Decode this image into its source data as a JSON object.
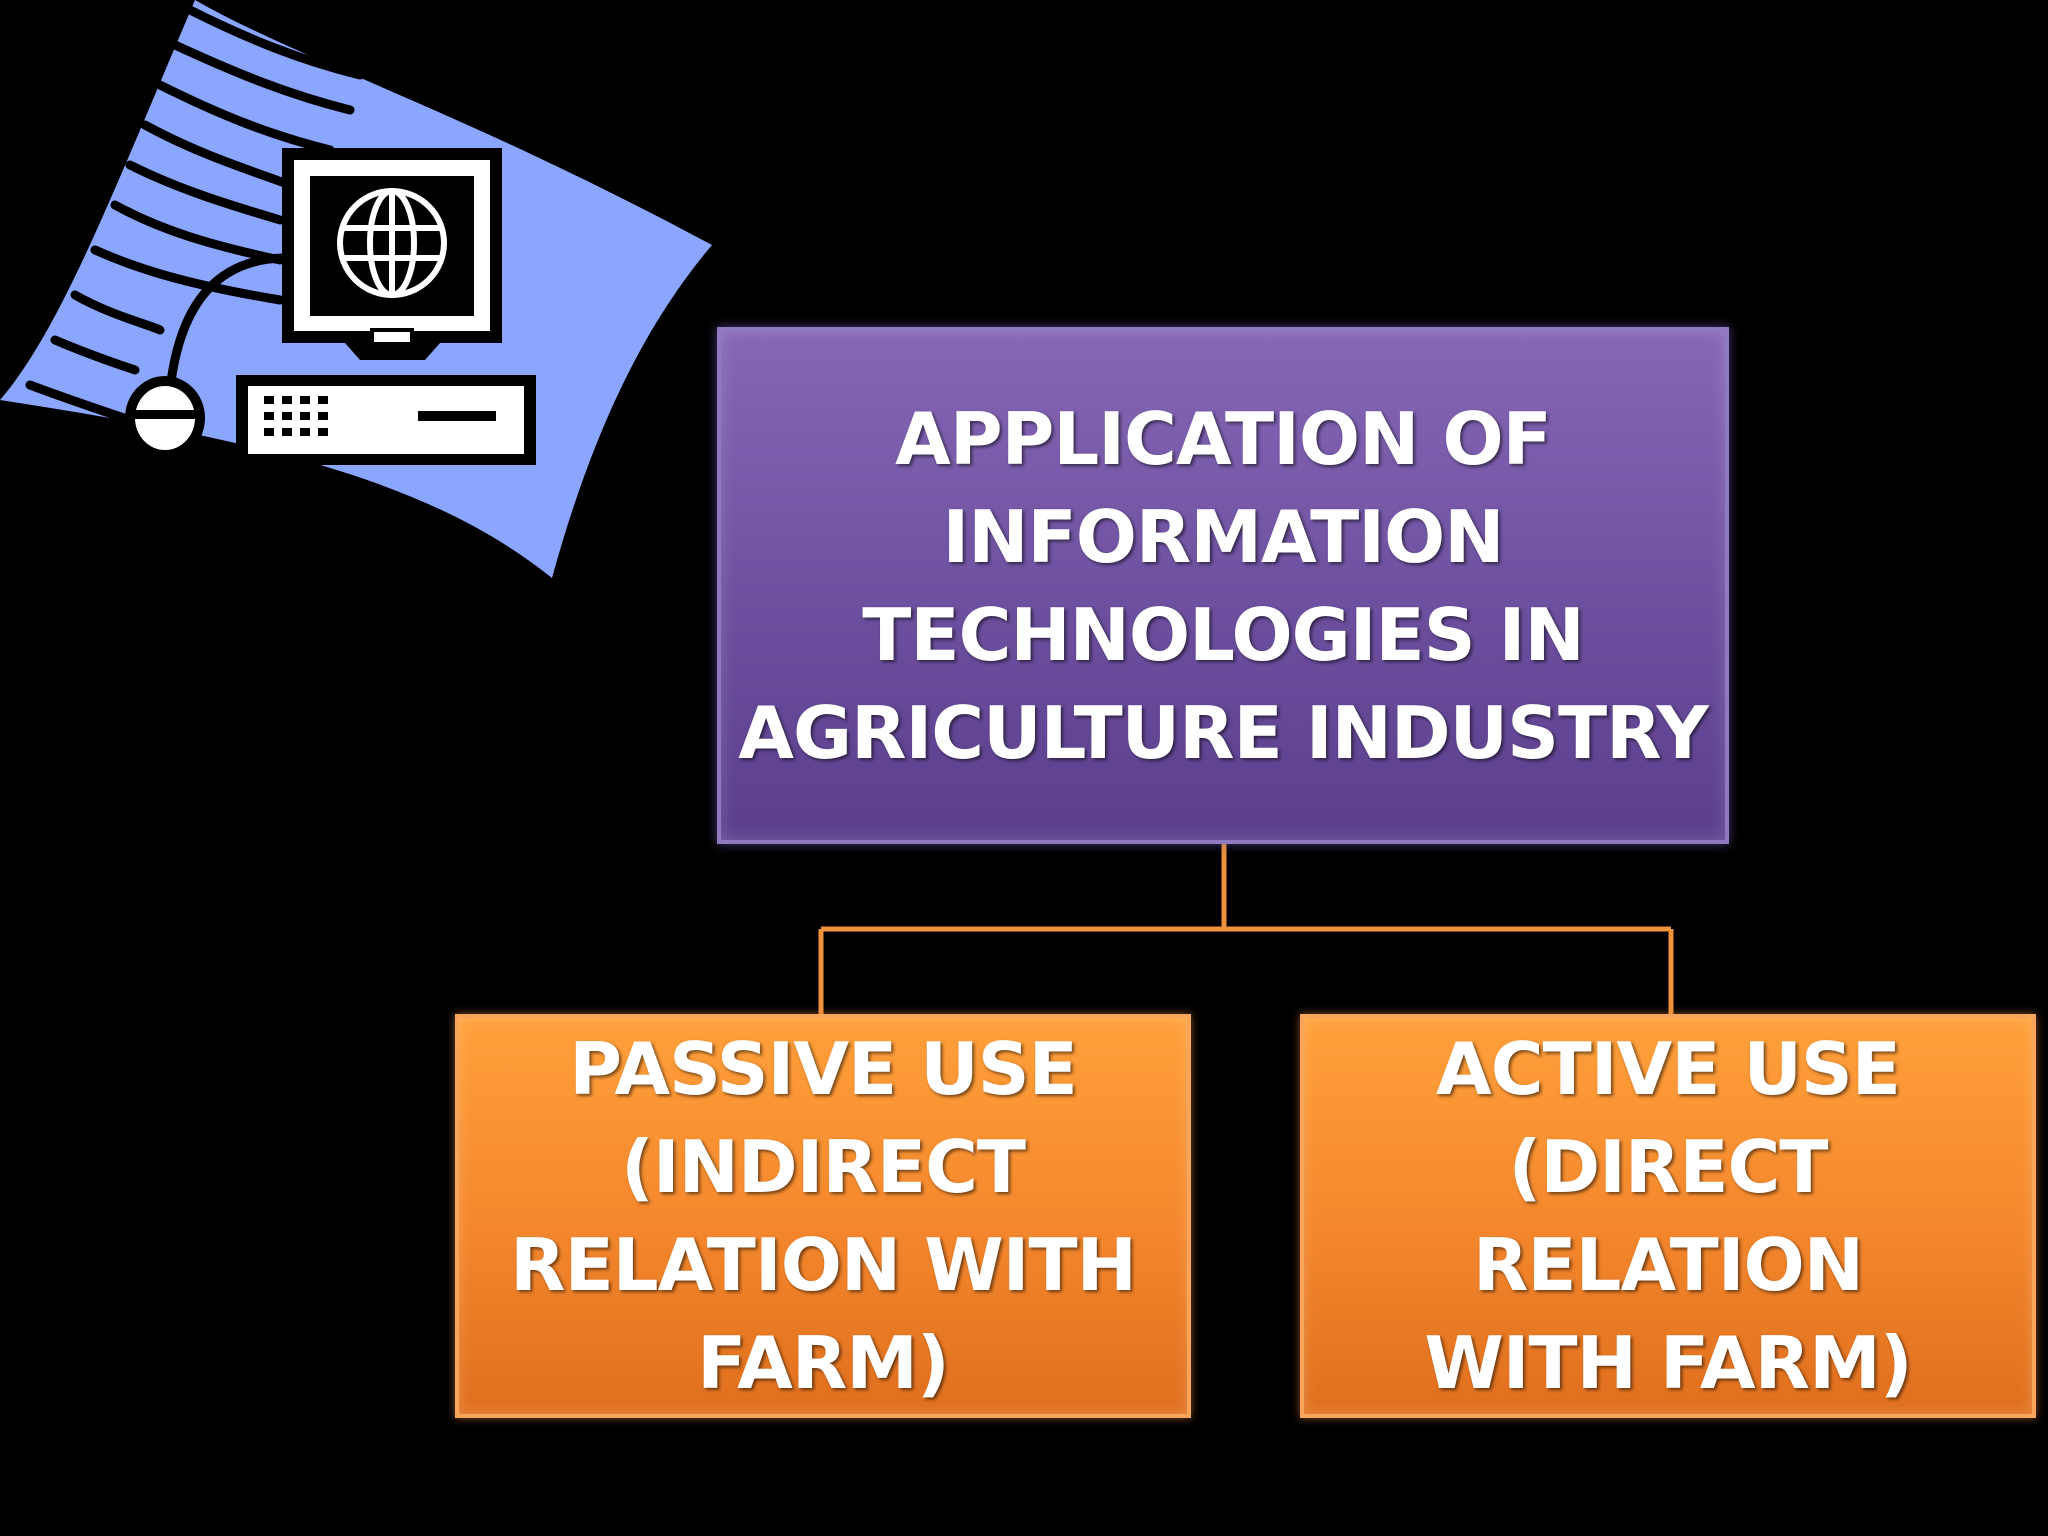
{
  "diagram": {
    "root": {
      "label": "APPLICATION OF\nINFORMATION\nTECHNOLOGIES IN\nAGRICULTURE INDUSTRY"
    },
    "children": [
      {
        "label": "PASSIVE USE\n(INDIRECT\nRELATION WITH\nFARM)"
      },
      {
        "label": "ACTIVE USE\n(DIRECT RELATION\nWITH FARM)"
      }
    ],
    "colors": {
      "background": "#000000",
      "root_fill": "#7a5cae",
      "child_fill": "#f58a2c",
      "connector": "#f0913c",
      "clipart_swoosh": "#8aa6ff"
    },
    "icons": [
      "computer-clipart-icon",
      "globe-icon",
      "mouse-icon"
    ]
  }
}
